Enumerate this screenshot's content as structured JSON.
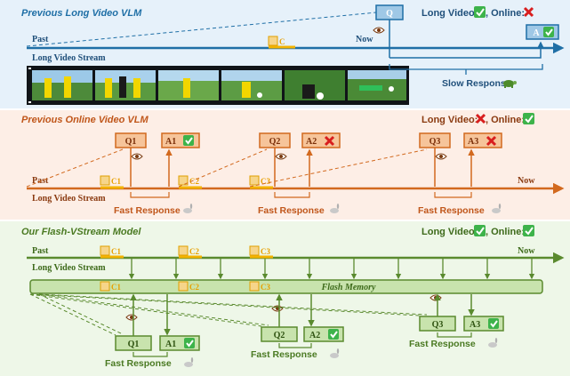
{
  "panel1": {
    "title": "Previous Long Video VLM",
    "status_label": "Long Video:",
    "status_comma": ", Online:",
    "long_video_ok": true,
    "online_ok": false,
    "past_label": "Past",
    "now_label": "Now",
    "stream_label": "Long Video Stream",
    "question": "Q",
    "answer": "A",
    "clip": "C",
    "response_label": "Slow Response",
    "colors": {
      "bg": "#e6f1fa",
      "main": "#1f6fa6",
      "box": "#9fc8e6"
    }
  },
  "panel2": {
    "title": "Previous Online Video VLM",
    "status_label": "Long Video:",
    "status_comma": ", Online:",
    "long_video_ok": false,
    "online_ok": true,
    "past_label": "Past",
    "now_label": "Now",
    "stream_label": "Long Video Stream",
    "groups": [
      {
        "q": "Q1",
        "a": "A1",
        "ok": true,
        "clip": "C1",
        "response": "Fast Response"
      },
      {
        "q": "Q2",
        "a": "A2",
        "ok": false,
        "clip": "C2",
        "response": "Fast Response"
      },
      {
        "q": "Q3",
        "a": "A3",
        "ok": false,
        "clip": "C3",
        "response": "Fast Response"
      }
    ],
    "colors": {
      "bg": "#fdeee6",
      "main": "#d2691e",
      "box": "#f6c49a"
    }
  },
  "panel3": {
    "title": "Our Flash-VStream Model",
    "status_label": "Long Video:",
    "status_comma": ", Online:",
    "long_video_ok": true,
    "online_ok": true,
    "past_label": "Past",
    "now_label": "Now",
    "stream_label": "Long Video Stream",
    "memory_label": "Flash Memory",
    "groups": [
      {
        "q": "Q1",
        "a": "A1",
        "ok": true,
        "clip": "C1",
        "response": "Fast Response"
      },
      {
        "q": "Q2",
        "a": "A2",
        "ok": true,
        "clip": "C2",
        "response": "Fast Response"
      },
      {
        "q": "Q3",
        "a": "A3",
        "ok": true,
        "clip": "C3",
        "response": "Fast Response"
      }
    ],
    "colors": {
      "bg": "#eef7e8",
      "main": "#5a8a2e",
      "box": "#c8e3ad"
    }
  },
  "icons": {
    "check": "check-icon",
    "cross": "cross-icon",
    "eye": "eye-icon",
    "turtle": "turtle-icon",
    "rabbit": "rabbit-icon",
    "clip": "video-clip-icon"
  }
}
